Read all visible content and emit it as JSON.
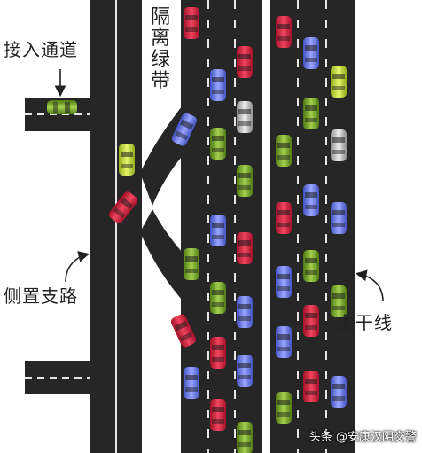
{
  "labels": {
    "access_road": "接入通道",
    "isolation_belt": "隔离绿带",
    "side_road": "侧置支路",
    "main_road": "主干线"
  },
  "watermark": "头条 @安康汉阴交警",
  "colors": {
    "asphalt": "#262626",
    "lane_mark": "#e6e6e6",
    "background": "#ffffff",
    "car_red": "#d81e3a",
    "car_blue": "#6f7fe6",
    "car_green": "#7dab2c",
    "car_yellow": "#c3dc3a",
    "car_silver": "#c4c4c4"
  }
}
